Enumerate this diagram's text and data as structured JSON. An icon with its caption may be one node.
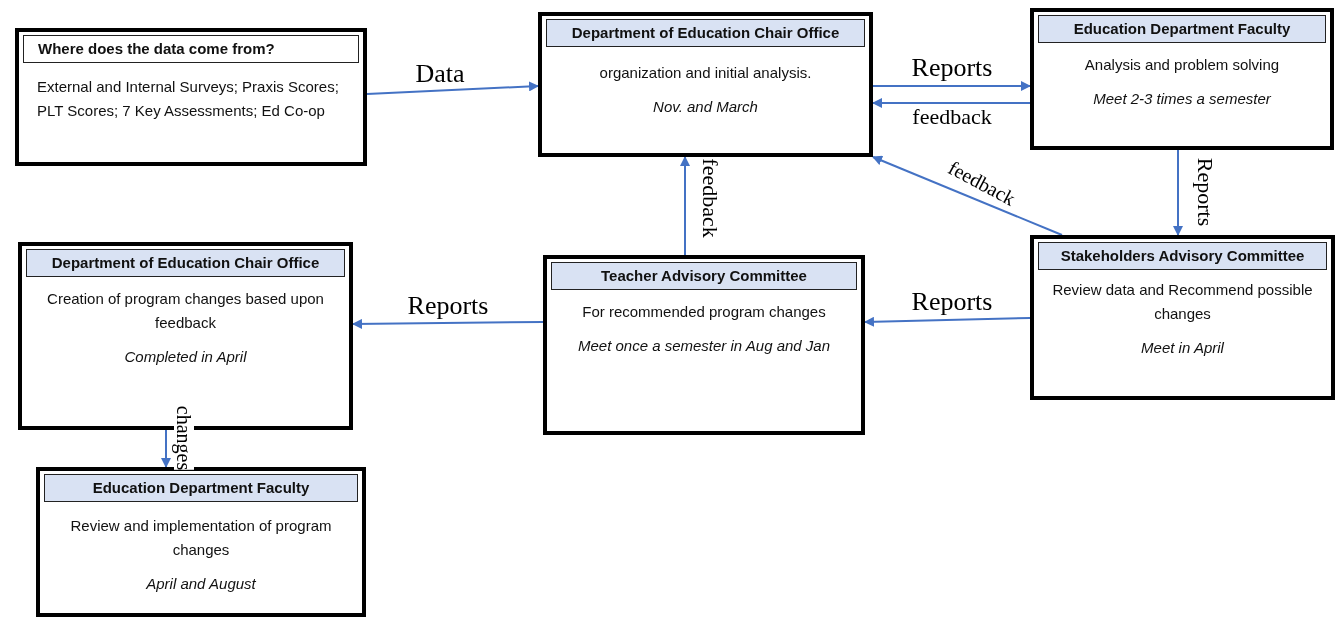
{
  "diagram": {
    "nodes": [
      {
        "text": [
          "Where does the data come from?",
          "External and Internal Surveys; Praxis Scores; PLT Scores; 7 Key Assessments; Ed Co-op"
        ]
      },
      {
        "text": [
          "Department of Education Chair Office",
          "organization and initial analysis.",
          "Nov. and March"
        ]
      },
      {
        "text": [
          "Education Department Faculty",
          "Analysis and problem solving",
          "Meet 2-3 times a semester"
        ]
      },
      {
        "text": [
          "Department of Education Chair Office",
          "Creation of program changes based upon feedback",
          "Completed in April"
        ]
      },
      {
        "text": [
          "Teacher Advisory Committee",
          "For recommended program changes",
          "Meet once a semester in Aug and Jan"
        ]
      },
      {
        "text": [
          "Stakeholders Advisory Committee",
          "Review data and Recommend possible changes",
          "Meet in April"
        ]
      },
      {
        "text": [
          "Education Department Faculty",
          "Review and implementation of program changes",
          "April and August"
        ]
      }
    ],
    "edges": [
      {
        "from": 0,
        "to": 1,
        "arrow": "to",
        "label": "Data"
      },
      {
        "from": 1,
        "to": 2,
        "arrow": "to",
        "label": "Reports"
      },
      {
        "from": 2,
        "to": 1,
        "arrow": "to",
        "label": "feedback"
      },
      {
        "from": 2,
        "to": 5,
        "arrow": "to",
        "label": "Reports"
      },
      {
        "from": 5,
        "to": 1,
        "arrow": "to",
        "label": "feedback"
      },
      {
        "from": 4,
        "to": 1,
        "arrow": "to",
        "label": "feedback"
      },
      {
        "from": 5,
        "to": 4,
        "arrow": "to",
        "label": "Reports"
      },
      {
        "from": 4,
        "to": 3,
        "arrow": "to",
        "label": "Reports"
      },
      {
        "from": 3,
        "to": 6,
        "arrow": "to",
        "label": "changes"
      }
    ]
  }
}
